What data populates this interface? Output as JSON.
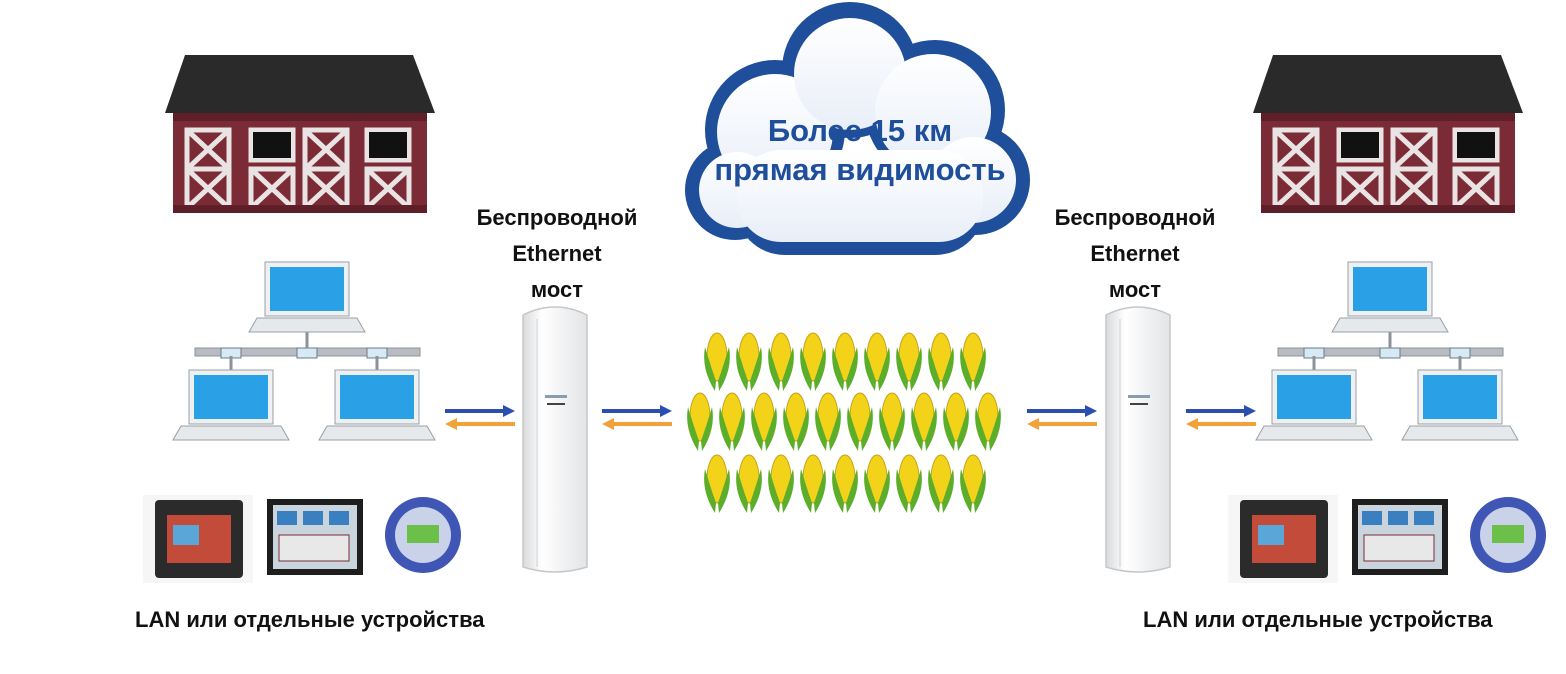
{
  "cloud": {
    "line1": "Более 15 км",
    "line2": "прямая видимость"
  },
  "left": {
    "bridge_label": {
      "line1": "Беспроводной",
      "line2": "Ethernet",
      "line3": "мост"
    },
    "lan_label": "LAN или отдельные устройства"
  },
  "right": {
    "bridge_label": {
      "line1": "Беспроводной",
      "line2": "Ethernet",
      "line3": "мост"
    },
    "lan_label": "LAN или отдельные устройства"
  },
  "colors": {
    "arrow_right": "#2b4fb0",
    "arrow_left": "#f2a23a",
    "cloud_text": "#1f4e9a",
    "barn": "#7a2b36",
    "roof": "#2a2a2a",
    "corn": "#f3d21a",
    "husk": "#5cae2a"
  }
}
